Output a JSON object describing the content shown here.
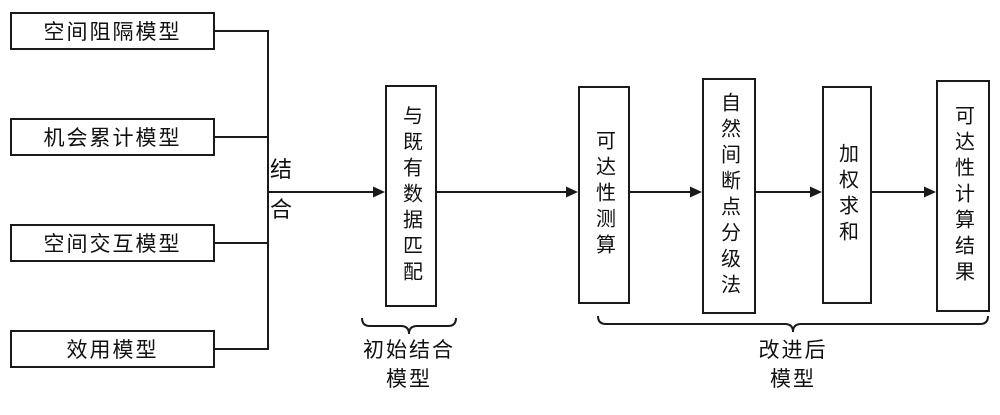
{
  "left_models": [
    {
      "label": "空间阻隔模型"
    },
    {
      "label": "机会累计模型"
    },
    {
      "label": "空间交互模型"
    },
    {
      "label": "效用模型"
    }
  ],
  "combine": {
    "label": "结合",
    "chars": [
      "结",
      "合"
    ]
  },
  "flow_boxes": [
    {
      "label": "与既有数据匹配"
    },
    {
      "label": "可达性测算"
    },
    {
      "label": "自然间断点分级法"
    },
    {
      "label": "加权求和"
    },
    {
      "label": "可达性计算结果"
    }
  ],
  "braces": [
    {
      "lines": [
        "初始结合",
        "模型"
      ]
    },
    {
      "lines": [
        "改进后",
        "模型"
      ]
    }
  ],
  "colors": {
    "line": "#1a1a1a",
    "text": "#111111",
    "background": "#ffffff"
  }
}
